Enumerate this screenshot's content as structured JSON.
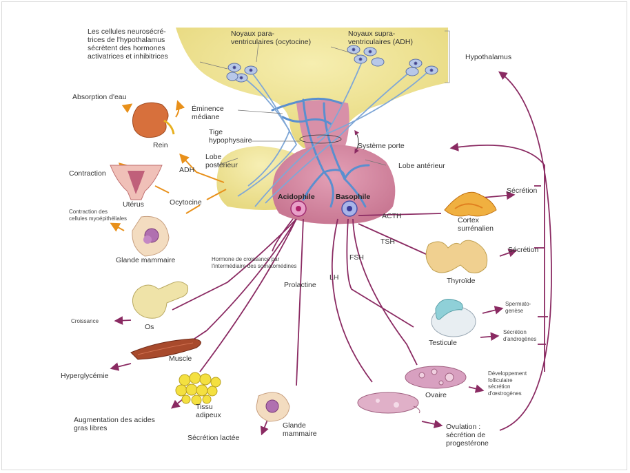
{
  "labels": {
    "neuro_cells": "Les cellules neurosécré-\ntrices de l'hypothalamus\nsécrètent des hormones\nactivatrices et inhibitrices",
    "noyaux_para": "Noyaux para-\nventriculaires (ocytocine)",
    "noyaux_supra": "Noyaux supra-\nventriculaires (ADH)",
    "hypothalamus": "Hypothalamus",
    "absorption": "Absorption d'eau",
    "eminence": "Éminence\nmédiane",
    "tige": "Tige\nhypophysaire",
    "systeme_porte": "Système porte",
    "lobe_posterieur": "Lobe\npostérieur",
    "lobe_anterieur": "Lobe antérieur",
    "rein": "Rein",
    "adh": "ADH",
    "contraction": "Contraction",
    "uterus": "Utérus",
    "ocytocine": "Ocytocine",
    "contraction_myo": "Contraction des\ncellules myoépithéliales",
    "glande_mammaire_1": "Glande mammaire",
    "acidophile": "Acidophile",
    "basophile": "Basophile",
    "acth": "ACTH",
    "cortex": "Cortex\nsurrénalien",
    "secretion_1": "Sécrétion",
    "tsh": "TSH",
    "secretion_2": "Sécrétion",
    "thyroide": "Thyroïde",
    "hormone_croissance": "Hormone de croissance par\nl'intermédiaire des somatomédines",
    "fsh": "FSH",
    "lh": "LH",
    "prolactine": "Prolactine",
    "croissance": "Croissance",
    "os": "Os",
    "spermatogenese": "Spermato-\ngenèse",
    "secretion_androgenes": "Sécrétion\nd'androgènes",
    "testicule": "Testicule",
    "muscle": "Muscle",
    "hyperglycemie": "Hyperglycémie",
    "developpement": "Développement\nfolliculaire\nsécrétion\nd'œstrogènes",
    "ovaire": "Ovaire",
    "tissu_adipeux": "Tissu\nadipeux",
    "acides_gras": "Augmentation des acides\ngras libres",
    "glande_mammaire_2": "Glande\nmammaire",
    "secretion_lactee": "Sécrétion lactée",
    "ovulation": "Ovulation :\nsécrétion de\nprogestérone"
  },
  "colors": {
    "hypothalamus": "#f1e69c",
    "posterior_lobe": "#f3e79e",
    "anterior_lobe": "#d98aa3",
    "blood_vessels": "#5a8fcf",
    "orange_arrows": "#e8901a",
    "purple_arrows": "#8a2a62",
    "text": "#333333"
  },
  "icons": [
    "kidney-icon",
    "uterus-icon",
    "mammary-gland-icon",
    "bone-icon",
    "muscle-icon",
    "adipose-tissue-icon",
    "adrenal-cortex-icon",
    "thyroid-icon",
    "testis-icon",
    "ovary-icon",
    "acidophil-cell-icon",
    "basophil-cell-icon",
    "neuron-cell-icon"
  ]
}
